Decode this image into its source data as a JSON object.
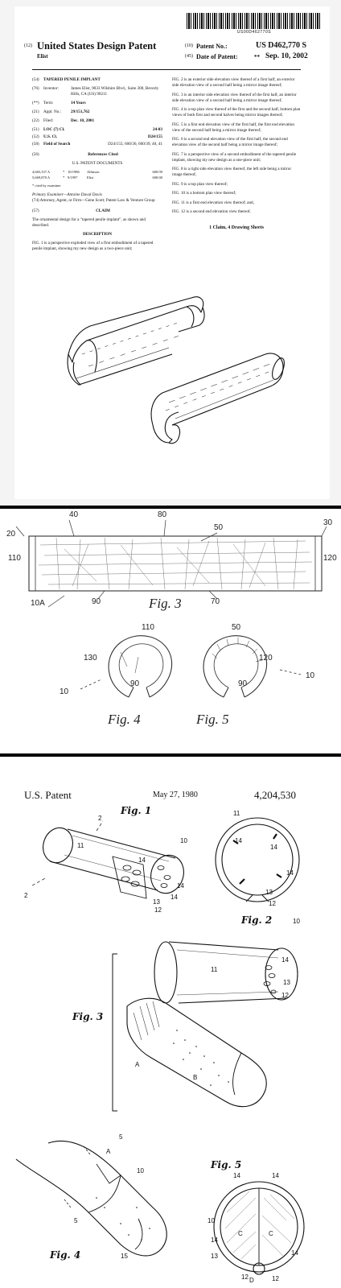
{
  "panel1": {
    "barcode_number": "US00D462770S",
    "code12": "(12)",
    "doc_type": "United States Design Patent",
    "inventor_short": "Elist",
    "code10": "(10)",
    "patent_no_label": "Patent No.:",
    "patent_no": "US D462,770 S",
    "code45": "(45)",
    "date_label": "Date of Patent:",
    "date_marker": "**",
    "date": "Sep. 10, 2002",
    "fields": [
      {
        "code": "(54)",
        "label": "",
        "value": "TAPERED PENILE IMPLANT"
      },
      {
        "code": "(76)",
        "label": "Inventor:",
        "value": "James Elist, 9033 Wilshire Blvd., Suite 300, Beverly Hills, CA (US) 90211"
      },
      {
        "code": "(**)",
        "label": "Term:",
        "value": "14 Years"
      },
      {
        "code": "(21)",
        "label": "Appl. No.:",
        "value": "29/151,762"
      },
      {
        "code": "(22)",
        "label": "Filed:",
        "value": "Dec. 10, 2001"
      }
    ],
    "class_rows": [
      {
        "code": "(51)",
        "label": "LOC (7) Cl.",
        "value": "24-03"
      },
      {
        "code": "(52)",
        "label": "U.S. Cl.",
        "value": "D24/155"
      },
      {
        "code": "(58)",
        "label": "Field of Search",
        "value": "D24/155; 600/36, 600/39, 40, 41"
      }
    ],
    "refs_code": "(56)",
    "refs_title": "References Cited",
    "refs_subtitle": "U.S. PATENT DOCUMENTS",
    "refs": [
      {
        "num": "4,665,337 A",
        "mark": "*",
        "date": "10/1986",
        "name": "Allinson",
        "cls": "600/39"
      },
      {
        "num": "5,669,870 A",
        "mark": "*",
        "date": "9/1997",
        "name": "Elist",
        "cls": "600/40"
      }
    ],
    "cited_note": "* cited by examiner",
    "examiner": "Primary Examiner—Antoine Duval Davis",
    "attorney": "(74) Attorney, Agent, or Firm—Gene Scott; Patent Law & Venture Group",
    "claim_code": "(57)",
    "claim_title": "CLAIM",
    "claim_text": "The ornamental design for a \"tapered penile implant\", as shown and described.",
    "desc_title": "DESCRIPTION",
    "desc_fig1": "FIG. 1 is a perspective exploded view of a first embodiment of a tapered penile implant, showing my new design as a two-piece unit;",
    "right_paras": [
      "FIG. 2 is an exterior side elevation view thereof of a first half, an exterior side elevation view of a second half being a mirror image thereof;",
      "FIG. 3 is an interior side elevation view thereof of the first half, an interior side elevation view of a second half being a mirror image thereof;",
      "FIG. 4 is a top plan view thereof of the first and the second half, bottom plan views of both first and second halves being mirror images thereof;",
      "FIG. 5 is a first end elevation view of the first half, the first end elevation view of the second half being a mirror image thereof;",
      "FIG. 6 is a second end elevation view of the first half, the second end elevation view of the second half being a mirror image thereof;",
      "FIG. 7 is a perspective view of a second embodiment of the tapered penile implant, showing my new design as a one-piece unit;",
      "FIG. 8 is a right side elevation view thereof, the left side being a mirror image thereof;",
      "FIG. 9 is a top plan view thereof;",
      "FIG. 10 is a bottom plan view thereof;",
      "FIG. 11 is a first end elevation view thereof; and,",
      "FIG. 12 is a second end elevation view thereof."
    ],
    "claims_summary": "1 Claim, 4 Drawing Sheets"
  },
  "panel2": {
    "labels": [
      "20",
      "40",
      "80",
      "50",
      "30",
      "110",
      "120",
      "10A",
      "90",
      "70",
      "110",
      "130",
      "90",
      "10",
      "50",
      "120",
      "90",
      "10"
    ],
    "fig3": "Fig. 3",
    "fig4": "Fig. 4",
    "fig5": "Fig. 5"
  },
  "panel3": {
    "header_left": "U.S. Patent",
    "header_date": "May 27, 1980",
    "header_number": "4,204,530",
    "fig1": "Fig. 1",
    "fig2": "Fig. 2",
    "fig3": "Fig. 3",
    "fig4": "Fig. 4",
    "fig5": "Fig. 5",
    "labels": [
      "2",
      "11",
      "14",
      "10",
      "2",
      "14",
      "14",
      "13",
      "12",
      "11",
      "14",
      "14",
      "14",
      "13",
      "12",
      "10",
      "11",
      "14",
      "13",
      "12",
      "A",
      "B",
      "5",
      "A",
      "10",
      "5",
      "15",
      "14",
      "14",
      "10",
      "14",
      "C",
      "C",
      "14",
      "13",
      "12",
      "D",
      "12"
    ]
  }
}
